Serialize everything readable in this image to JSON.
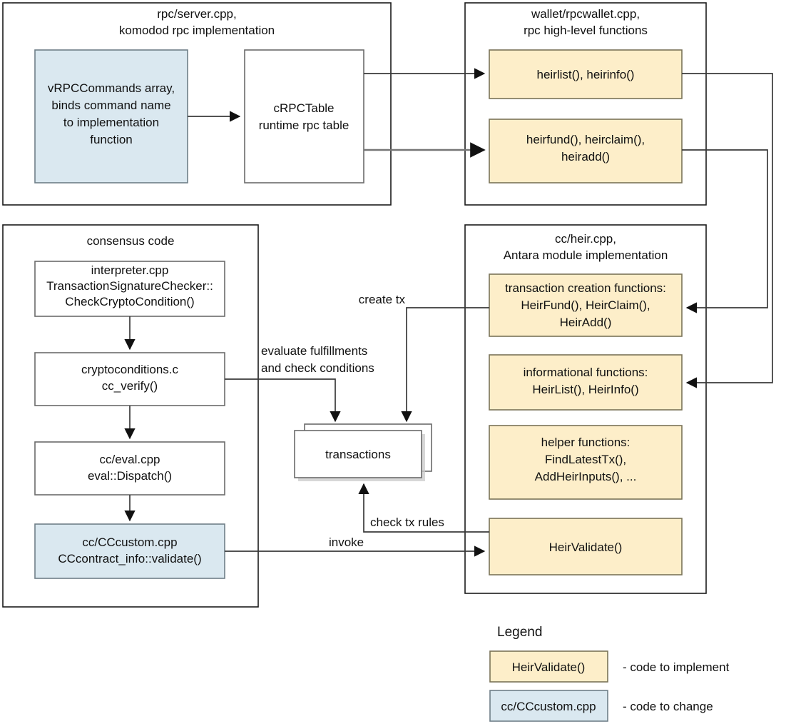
{
  "diagram": {
    "title_semantic": "komodo-antara-heir-module-architecture",
    "colors": {
      "code_to_implement_fill": "#fdeec9",
      "code_to_change_fill": "#dae8f0",
      "plain_fill": "#ffffff",
      "panel_stroke": "#1a1a1a",
      "connector_stroke": "#3a3a3a"
    },
    "panels": [
      {
        "id": "rpc_server",
        "title_line1": "rpc/server.cpp,",
        "title_line2": "komodod rpc implementation",
        "nodes": [
          {
            "id": "vrpccommands",
            "kind": "blue",
            "lines": [
              "vRPCCommands array,",
              "binds command name",
              "to implementation",
              "function"
            ]
          },
          {
            "id": "crpctable",
            "kind": "plain",
            "lines": [
              "cRPCTable",
              "runtime rpc table"
            ]
          }
        ]
      },
      {
        "id": "rpcwallet",
        "title_line1": "wallet/rpcwallet.cpp,",
        "title_line2": "rpc high-level functions",
        "nodes": [
          {
            "id": "heirlist_heirinfo",
            "kind": "yellow",
            "lines": [
              "heirlist(), heirinfo()"
            ]
          },
          {
            "id": "heirfund_heirclaim_heiradd",
            "kind": "yellow",
            "lines": [
              "heirfund(), heirclaim(),",
              "heiradd()"
            ]
          }
        ]
      },
      {
        "id": "consensus",
        "title_line1": "consensus code",
        "title_line2": "",
        "nodes": [
          {
            "id": "interpreter",
            "kind": "plain",
            "lines": [
              "interpreter.cpp",
              "TransactionSignatureChecker::",
              "CheckCryptoCondition()"
            ]
          },
          {
            "id": "cryptoconditions",
            "kind": "plain",
            "lines": [
              "cryptoconditions.c",
              "cc_verify()"
            ]
          },
          {
            "id": "cc_eval",
            "kind": "plain",
            "lines": [
              "cc/eval.cpp",
              "eval::Dispatch()"
            ]
          },
          {
            "id": "cccustom",
            "kind": "blue",
            "lines": [
              "cc/CCcustom.cpp",
              "CCcontract_info::validate()"
            ]
          }
        ]
      },
      {
        "id": "heir_module",
        "title_line1": "cc/heir.cpp,",
        "title_line2": "Antara module implementation",
        "nodes": [
          {
            "id": "tx_creation",
            "kind": "yellow",
            "lines": [
              "transaction creation functions:",
              "HeirFund(), HeirClaim(),",
              "HeirAdd()"
            ]
          },
          {
            "id": "informational",
            "kind": "yellow",
            "lines": [
              "informational functions:",
              "HeirList(), HeirInfo()"
            ]
          },
          {
            "id": "helpers",
            "kind": "yellow",
            "lines": [
              "helper functions:",
              "FindLatestTx(),",
              "AddHeirInputs(), ..."
            ]
          },
          {
            "id": "heirvalidate",
            "kind": "yellow",
            "lines": [
              "HeirValidate()"
            ]
          }
        ]
      }
    ],
    "transactions_node": {
      "id": "transactions",
      "label": "transactions"
    },
    "edge_labels": {
      "create_tx": "create tx",
      "evaluate_line1": "evaluate fulfillments",
      "evaluate_line2": "and check conditions",
      "check_tx_rules": "check tx rules",
      "invoke": "invoke"
    },
    "legend": {
      "title": "Legend",
      "items": [
        {
          "swatch_label": "HeirValidate()",
          "description": "- code to implement",
          "kind": "yellow"
        },
        {
          "swatch_label": "cc/CCcustom.cpp",
          "description": "- code to change",
          "kind": "blue"
        }
      ]
    }
  }
}
